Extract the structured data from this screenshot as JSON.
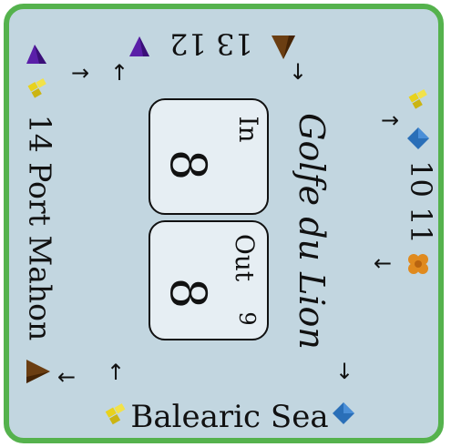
{
  "region": {
    "name": "Golfe du Lion",
    "in_label": "In",
    "in_value": "8",
    "out_label": "Out",
    "out_value": "8",
    "out_number": "9"
  },
  "borders": {
    "top_numbers": "13 12",
    "left_label": "14 Port Mahon",
    "right_numbers": "10 11",
    "bottom_label": "Balearic Sea"
  },
  "arrows": {
    "right": "→",
    "up": "↑",
    "down": "↓",
    "left": "←"
  },
  "colors": {
    "border": "#55b24d",
    "board": "#c2d6e0",
    "box": "#e6eef3",
    "purple": "#5a1fa8",
    "brown": "#6b3e12",
    "blue": "#2a6fb8",
    "yellow": "#e8d21c",
    "orange": "#e08a1e"
  },
  "icons": [
    "purple-triangle-icon",
    "brown-triangle-icon",
    "blue-diamond-icon",
    "yellow-cubes-icon",
    "orange-flower-icon"
  ]
}
